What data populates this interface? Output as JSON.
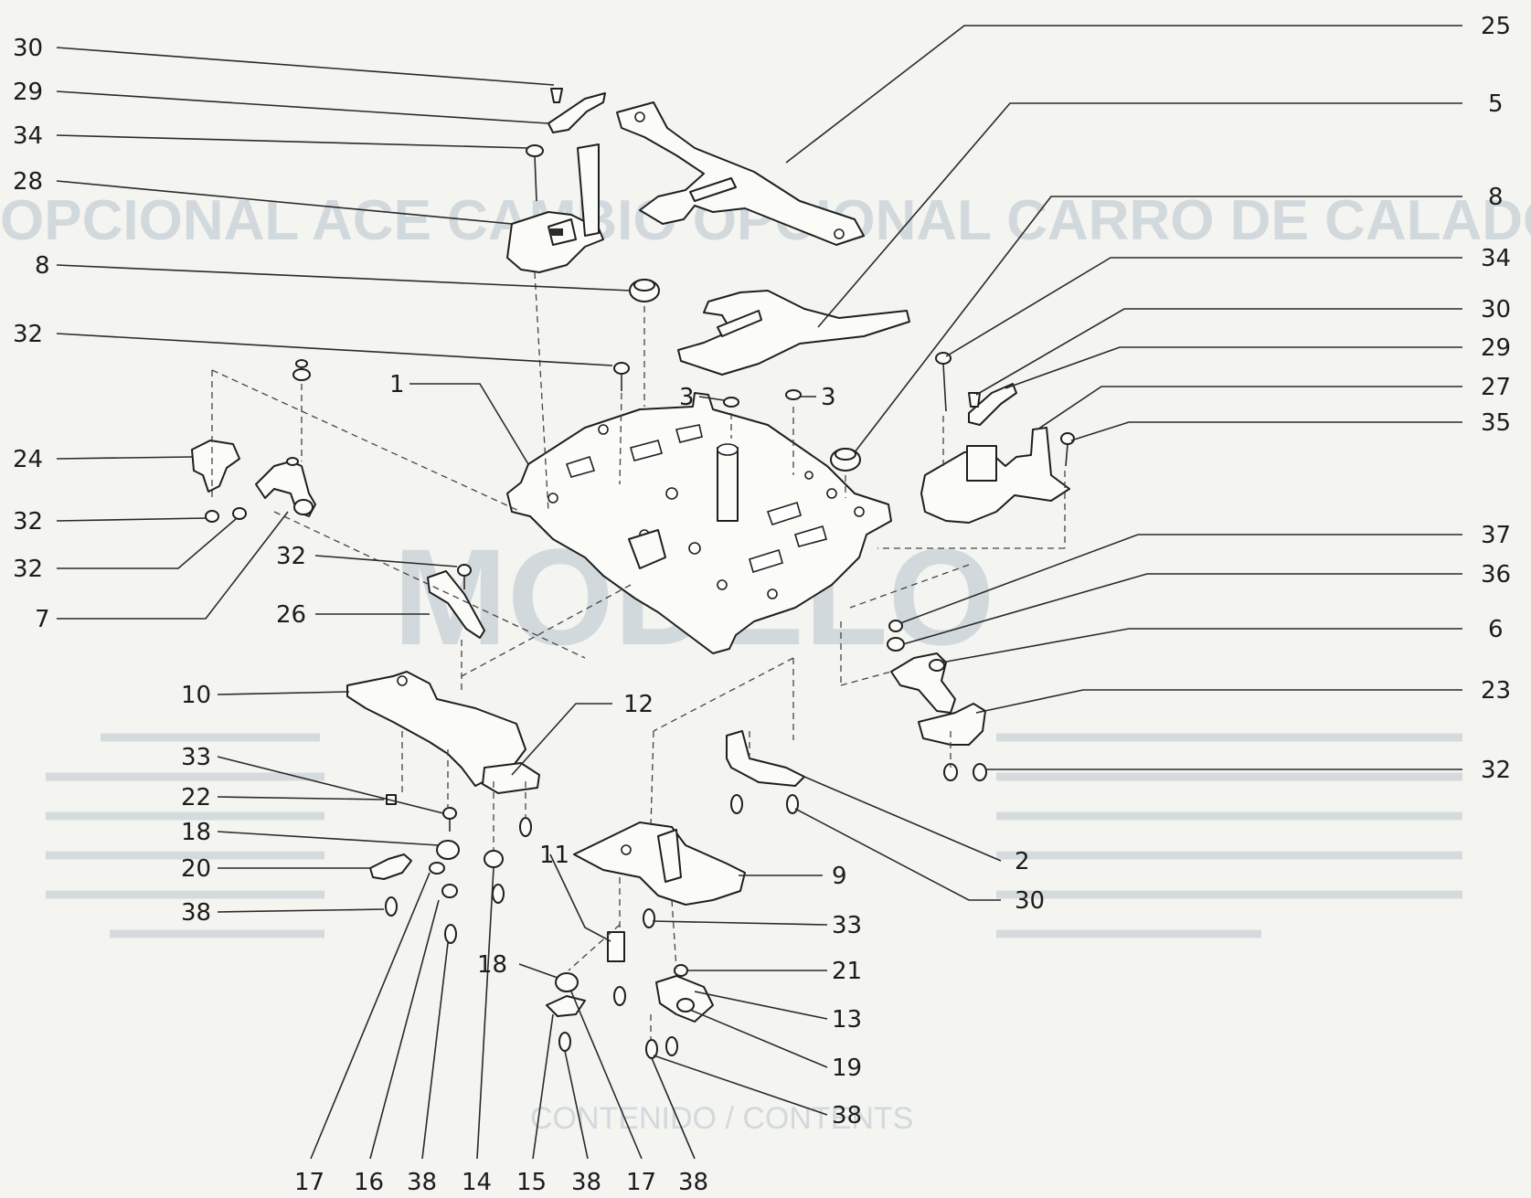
{
  "diagram": {
    "background_color": "#f4f4f1",
    "line_color": "#2a2a2a",
    "ghost_color": "#a9b9c6",
    "ghost_heading": "OPCIONAL ACE CAMBIO OPCIONAL CARRO DE CALADO",
    "ghost_model": "MODELO",
    "ghost_section": "CONTENIDO / CONTENTS",
    "callouts": {
      "left": [
        "30",
        "29",
        "34",
        "28",
        "8",
        "32",
        "24",
        "32",
        "32",
        "7",
        "32",
        "26",
        "10",
        "33",
        "22",
        "18",
        "20",
        "38",
        "1",
        "3"
      ],
      "right": [
        "25",
        "5",
        "8",
        "34",
        "30",
        "29",
        "27",
        "35",
        "37",
        "36",
        "6",
        "23",
        "32",
        "2",
        "30",
        "9",
        "33",
        "21",
        "13",
        "19",
        "38",
        "12",
        "11",
        "18",
        "3"
      ],
      "bottom": [
        "17",
        "16",
        "38",
        "14",
        "15",
        "38",
        "17",
        "38"
      ]
    }
  }
}
